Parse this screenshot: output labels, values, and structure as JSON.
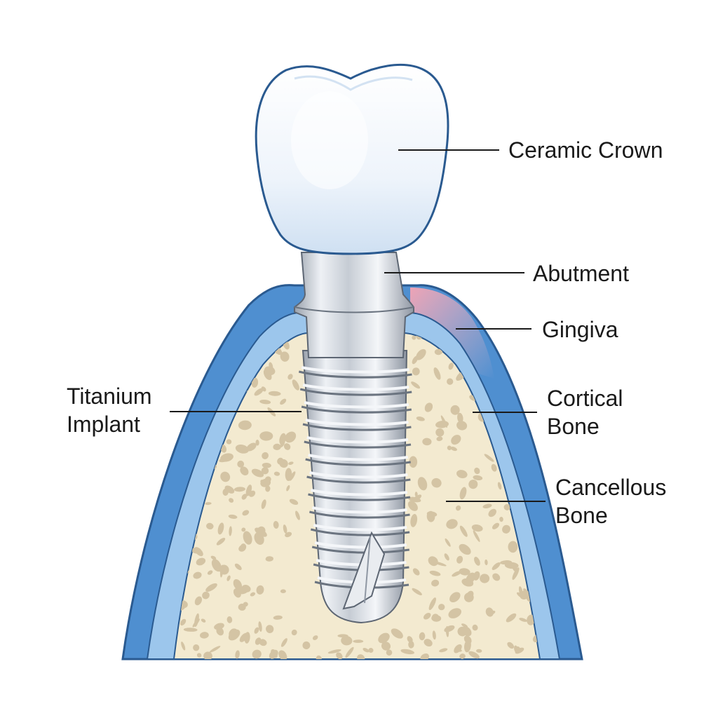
{
  "diagram": {
    "labels": {
      "crown": "Ceramic Crown",
      "abutment": "Abutment",
      "gingiva": "Gingiva",
      "cortical": [
        "Cortical",
        "Bone"
      ],
      "cancellous": [
        "Cancellous",
        "Bone"
      ],
      "implant": [
        "Titanium",
        "Implant"
      ]
    },
    "colors": {
      "gingiva_blue": "#4f8fd0",
      "gingiva_pink": "#f2a0b0",
      "cortical_blue": "#9cc6ec",
      "cancellous": "#f3ead0",
      "trabecular": "#d4c4a4",
      "titanium": "#c9ced6",
      "crown": "#f4f8fc",
      "outline": "#2a5a90"
    }
  }
}
